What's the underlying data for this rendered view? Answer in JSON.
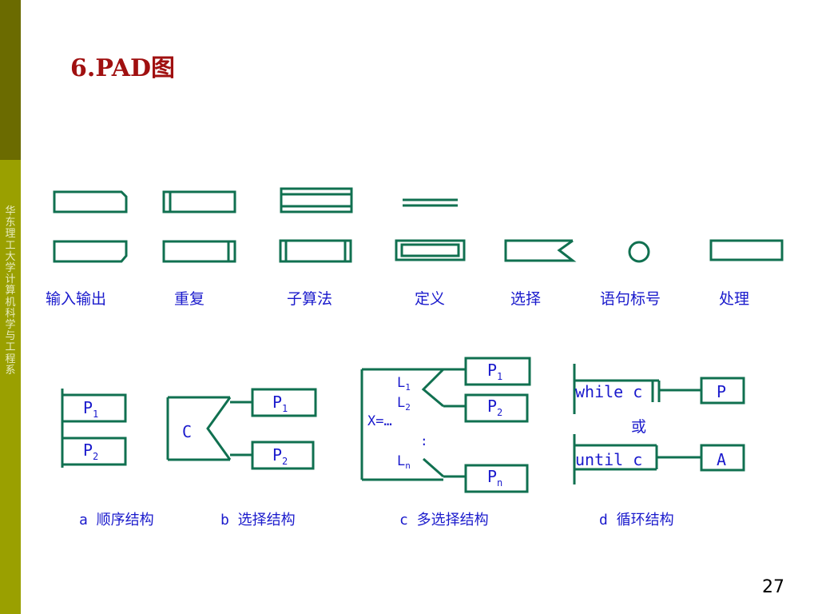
{
  "sidebar": {
    "text": "华东理工大学计算机科学与工程系"
  },
  "title": "6.PAD图",
  "page_number": "27",
  "symbols": {
    "labels": [
      "输入输出",
      "重复",
      "子算法",
      "定义",
      "选择",
      "语句标号",
      "处理"
    ]
  },
  "structures": {
    "sequence": {
      "box1": "P",
      "box1_sub": "1",
      "box2": "P",
      "box2_sub": "2",
      "caption": "a 顺序结构"
    },
    "selection": {
      "cond": "C",
      "box1": "P",
      "box1_sub": "1",
      "box2": "P",
      "box2_sub": "2",
      "caption": "b 选择结构"
    },
    "multi": {
      "expr": "X=…",
      "l1": "L",
      "l1_sub": "1",
      "l2": "L",
      "l2_sub": "2",
      "dots": ":",
      "ln": "L",
      "ln_sub": "n",
      "box1": "P",
      "box1_sub": "1",
      "box2": "P",
      "box2_sub": "2",
      "boxn": "P",
      "boxn_sub": "n",
      "caption": "c 多选择结构"
    },
    "loop": {
      "while": "while c",
      "p": "P",
      "or": "或",
      "until": "until c",
      "a": "A",
      "caption": "d 循环结构"
    }
  },
  "colors": {
    "stroke": "#107050",
    "text": "#1a1acc",
    "title": "#a01010"
  }
}
